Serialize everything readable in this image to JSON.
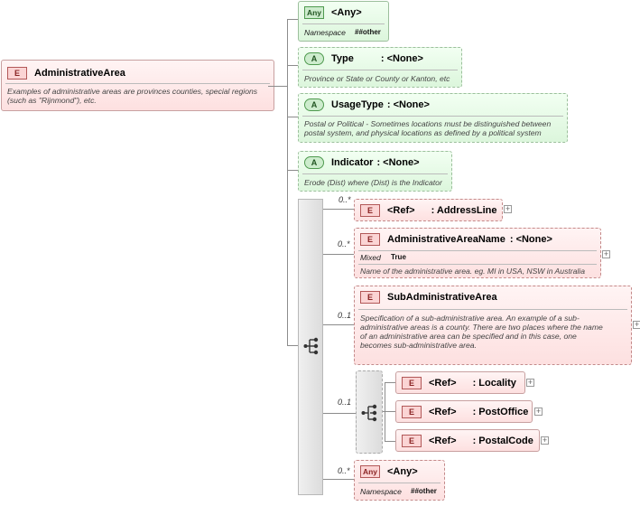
{
  "root": {
    "badge": "E",
    "name": "AdministrativeArea",
    "description": "Examples of administrative areas are provinces counties, special regions (such as \"Rijnmond\"), etc."
  },
  "attributes": [
    {
      "badge": "Any",
      "name": "<Any>",
      "prop_label": "Namespace",
      "prop_value": "##other"
    },
    {
      "badge": "A",
      "name": "Type",
      "type": ": <None>",
      "description": "Province or State or County or Kanton, etc"
    },
    {
      "badge": "A",
      "name": "UsageType",
      "type": ": <None>",
      "description": "Postal or Political - Sometimes locations must be distinguished between postal system, and physical locations as defined by a political system"
    },
    {
      "badge": "A",
      "name": "Indicator",
      "type": ": <None>",
      "description": "Erode (Dist) where (Dist) is the Indicator"
    }
  ],
  "sequence": [
    {
      "card": "0..*",
      "badge": "E",
      "ref": "<Ref>",
      "name": ": AddressLine"
    },
    {
      "card": "0..*",
      "badge": "E",
      "name": "AdministrativeAreaName",
      "type": ": <None>",
      "prop_label": "Mixed",
      "prop_value": "True",
      "description": "Name of the administrative area. eg. MI in USA, NSW in Australia"
    },
    {
      "card": "0..1",
      "badge": "E",
      "name": "SubAdministrativeArea",
      "description": "Specification of a sub-administrative area. An example of a sub-administrative areas is a county. There are two places where the name of an administrative area can be specified and in this case, one becomes sub-administrative area."
    },
    {
      "card": "0..1"
    },
    {
      "card": "0..*",
      "badge": "Any",
      "name": "<Any>",
      "prop_label": "Namespace",
      "prop_value": "##other"
    }
  ],
  "choice": [
    {
      "badge": "E",
      "ref": "<Ref>",
      "name": ": Locality"
    },
    {
      "badge": "E",
      "ref": "<Ref>",
      "name": ": PostOffice"
    },
    {
      "badge": "E",
      "ref": "<Ref>",
      "name": ": PostalCode"
    }
  ]
}
